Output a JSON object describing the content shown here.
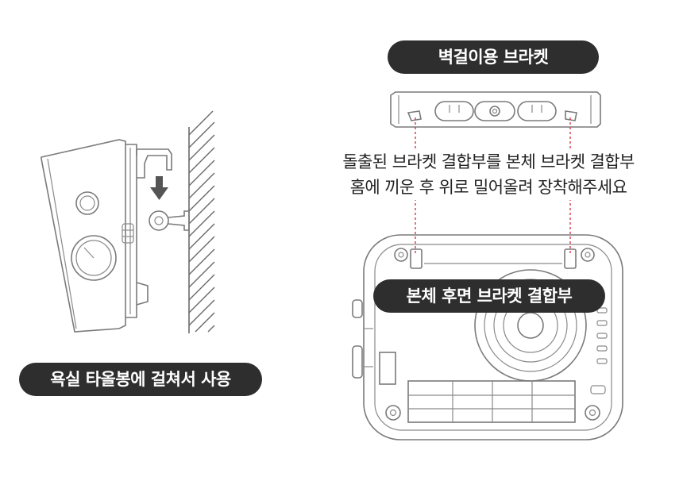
{
  "labels": {
    "bracket_title": "벽걸이용 브라켓",
    "instruction_line1": "돌출된 브라켓 결합부를 본체 브라켓 결합부",
    "instruction_line2": "홈에 끼운 후 위로 밀어올려 장착해주세요",
    "towel_bar_usage": "욕실 타올봉에 걸쳐서 사용",
    "rear_bracket_joint": "본체 후면 브라켓 결합부"
  },
  "colors": {
    "pill_background": "#2e2e2e",
    "pill_text": "#ffffff",
    "line_art": "#7a7a7a",
    "guide_line": "#d83a4a",
    "arrow": "#555555"
  },
  "icons": {
    "push_direction": "down-arrow-icon"
  }
}
